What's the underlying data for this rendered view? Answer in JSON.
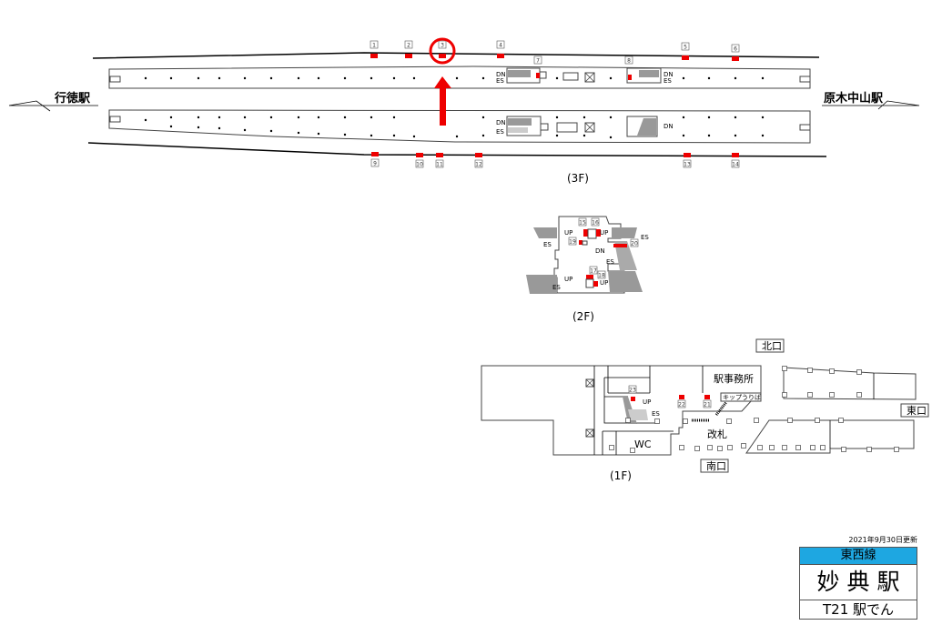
{
  "floor3": {
    "label": "(3F)",
    "prev_station": "行徳駅",
    "next_station": "原木中山駅",
    "car_numbers_top": [
      "1",
      "2",
      "3",
      "4",
      "5",
      "6"
    ],
    "car_numbers_platform": [
      "7",
      "8"
    ],
    "car_numbers_bottom": [
      "9",
      "10",
      "11",
      "12",
      "13",
      "14"
    ],
    "dn": "DN",
    "es": "ES",
    "highlighted_car": "3"
  },
  "floor2": {
    "label": "(2F)",
    "up": "UP",
    "dn": "DN",
    "es": "ES",
    "car_numbers": [
      "15",
      "16",
      "19",
      "20",
      "17",
      "18"
    ]
  },
  "floor1": {
    "label": "(1F)",
    "office": "駅事務所",
    "ticket": "キップうりば",
    "gate": "改札",
    "wc": "WC",
    "up": "UP",
    "es": "ES",
    "north_exit": "北口",
    "east_exit": "東口",
    "south_exit": "南口",
    "car_numbers": [
      "23",
      "22",
      "21"
    ]
  },
  "info": {
    "updated": "2021年9月30日更新",
    "line": "東西線",
    "station": "妙 典 駅",
    "code": "T21 駅でん",
    "line_color": "#1ea7e1"
  }
}
